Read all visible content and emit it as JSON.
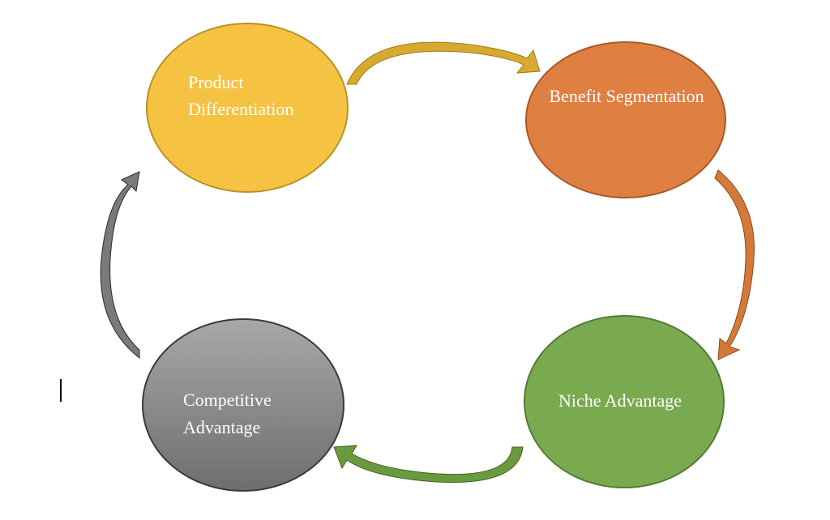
{
  "nodes": [
    {
      "id": "product-differentiation",
      "lines": [
        "Product",
        "Differentiation"
      ],
      "color": "#f5c242",
      "stroke": "#b8922c"
    },
    {
      "id": "benefit-segmentation",
      "lines": [
        "Benefit Segmentation"
      ],
      "color": "#e07f42",
      "stroke": "#a85a2a"
    },
    {
      "id": "niche-advantage",
      "lines": [
        "Niche Advantage"
      ],
      "color": "#7aaa50",
      "stroke": "#557a36"
    },
    {
      "id": "competitive-advantage",
      "lines": [
        "Competitive",
        "Advantage"
      ],
      "color": "#8a8a8a",
      "stroke": "#3a3a3a"
    }
  ],
  "arrows": [
    {
      "from": "product-differentiation",
      "to": "benefit-segmentation",
      "color": "#d6aa2e"
    },
    {
      "from": "benefit-segmentation",
      "to": "niche-advantage",
      "color": "#d47a38"
    },
    {
      "from": "niche-advantage",
      "to": "competitive-advantage",
      "color": "#6a9a40"
    },
    {
      "from": "competitive-advantage",
      "to": "product-differentiation",
      "color": "#7a7a7a"
    }
  ]
}
